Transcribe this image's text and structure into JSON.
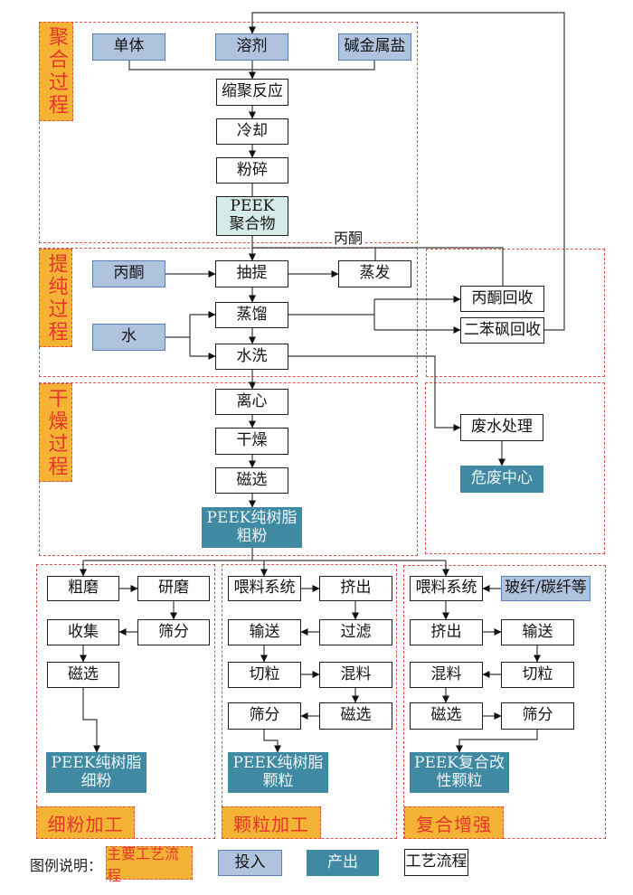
{
  "colors": {
    "frame": "#d9534f",
    "label_fill": "#f5b335",
    "label_text": "#e5362c",
    "input_fill": "#afc2de",
    "input_border": "#5a7fb3",
    "output_fill": "#3f8aa2",
    "output_text": "#eef4f6",
    "polymer_fill": "#d6ebe7"
  },
  "sections": {
    "polymerization": "聚合过程",
    "purification": "提纯过程",
    "drying": "干燥过程",
    "fine_powder": "细粉加工",
    "pellet": "颗粒加工",
    "composite": "复合增强"
  },
  "polymerization": {
    "monomer": "单体",
    "solvent": "溶剂",
    "alkali_salt": "碱金属盐",
    "polycondensation": "缩聚反应",
    "cooling": "冷却",
    "crushing": "粉碎",
    "peek_polymer": "PEEK\n聚合物"
  },
  "purification": {
    "acetone_input": "丙酮",
    "extraction": "抽提",
    "evaporation": "蒸发",
    "distillation": "蒸馏",
    "water_input": "水",
    "water_wash": "水洗",
    "acetone_recovery": "丙酮回收",
    "diphenyl_sulfone_recovery": "二苯砜回收",
    "acetone_return_label": "丙酮"
  },
  "drying": {
    "centrifuge": "离心",
    "drying": "干燥",
    "magnetic_separation": "磁选",
    "coarse_powder": "PEEK纯树脂\n粗粉",
    "wastewater_treatment": "废水处理",
    "hazardous_waste_center": "危废中心"
  },
  "fine_powder": {
    "coarse_grinding": "粗磨",
    "grinding": "研磨",
    "collection": "收集",
    "sieving": "筛分",
    "magnetic_separation": "磁选",
    "product": "PEEK纯树脂\n细粉"
  },
  "pellet": {
    "feeding_system": "喂料系统",
    "extrusion": "挤出",
    "conveying": "输送",
    "filtering": "过滤",
    "pelletizing": "切粒",
    "mixing": "混料",
    "sieving": "筛分",
    "magnetic_separation": "磁选",
    "product": "PEEK纯树脂\n颗粒"
  },
  "composite": {
    "feeding_system": "喂料系统",
    "fiber_input": "玻纤/碳纤等",
    "extrusion": "挤出",
    "conveying": "输送",
    "mixing": "混料",
    "pelletizing": "切粒",
    "magnetic_separation": "磁选",
    "sieving": "筛分",
    "product": "PEEK复合改\n性颗粒"
  },
  "legend": {
    "title": "图例说明：",
    "items": [
      {
        "label": "主要工艺流程",
        "kind": "main-process"
      },
      {
        "label": "投入",
        "kind": "input"
      },
      {
        "label": "产出",
        "kind": "output"
      },
      {
        "label": "工艺流程",
        "kind": "process"
      }
    ]
  }
}
